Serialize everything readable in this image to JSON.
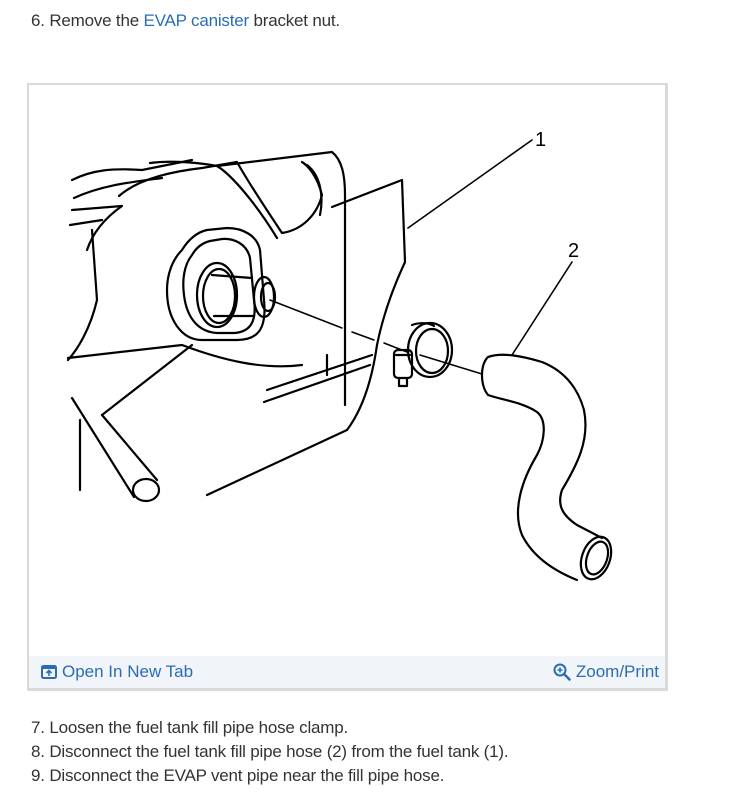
{
  "steps": [
    {
      "number": "6.",
      "prefix": "Remove the",
      "link": "EVAP canister",
      "suffix": "bracket nut."
    },
    {
      "number": "7.",
      "text": "Loosen the fuel tank fill pipe hose clamp."
    },
    {
      "number": "8.",
      "text": "Disconnect the fuel tank fill pipe hose (2) from the fuel tank (1)."
    },
    {
      "number": "9.",
      "text": "Disconnect the EVAP vent pipe near the fill pipe hose."
    }
  ],
  "figure": {
    "callouts": [
      {
        "label": "1",
        "meaning": "fuel tank"
      },
      {
        "label": "2",
        "meaning": "fuel tank fill pipe hose"
      }
    ],
    "footer": {
      "open_label": "Open In New Tab",
      "open_icon": "open-new-tab-icon",
      "zoom_label": "Zoom/Print",
      "zoom_icon": "zoom-in-icon"
    }
  },
  "colors": {
    "text": "#333333",
    "link": "#2a6db5",
    "footer_bg": "#f1f4f9",
    "frame_border": "#d9d9d9"
  }
}
